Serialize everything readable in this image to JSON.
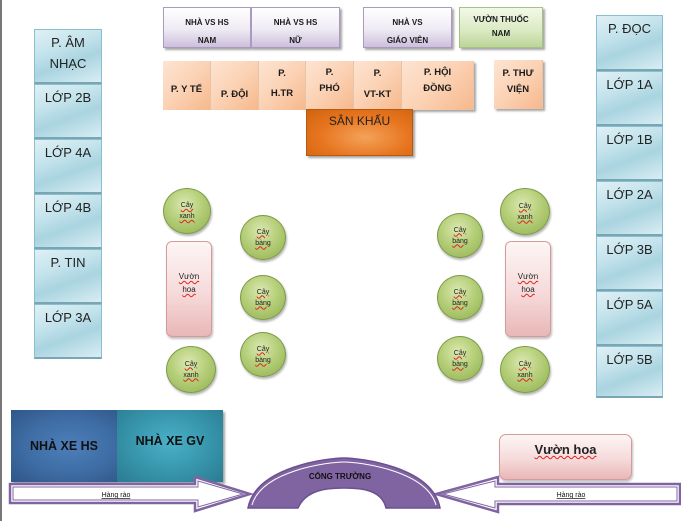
{
  "top_buildings": {
    "toilet_boys": {
      "line1": "NHÀ VS HS",
      "line2": "NAM"
    },
    "toilet_girls": {
      "line1": "NHÀ VS HS",
      "line2": "NỮ"
    },
    "toilet_teachers": {
      "line1": "NHÀ VS",
      "line2": "GIÁO VIÊN"
    },
    "herb_garden": {
      "line1": "VƯỜN THUỐC",
      "line2": "NAM"
    }
  },
  "offices": [
    {
      "line1": "",
      "line2": "P. Y TẾ"
    },
    {
      "line1": "",
      "line2": "P. ĐỘI"
    },
    {
      "line1": "P.",
      "line2": "H.TR"
    },
    {
      "line1": "P.",
      "line2": "PHÓ"
    },
    {
      "line1": "P.",
      "line2": "VT-KT"
    },
    {
      "line1": "P. HỘI",
      "line2": "ĐỒNG"
    }
  ],
  "library": {
    "line1": "P. THƯ",
    "line2": "VIỆN"
  },
  "stage": "SÂN KHẤU",
  "left_rooms": [
    {
      "line1": "P. ÂM",
      "line2": "NHẠC"
    },
    {
      "line1": "LỚP 2B",
      "line2": ""
    },
    {
      "line1": "LỚP 4A",
      "line2": ""
    },
    {
      "line1": "LỚP 4B",
      "line2": ""
    },
    {
      "line1": "P. TIN",
      "line2": ""
    },
    {
      "line1": "LỚP 3A",
      "line2": ""
    }
  ],
  "right_rooms": [
    "P. ĐỌC",
    "LỚP 1A",
    "LỚP 1B",
    "LỚP 2A",
    "LỚP 3B",
    "LỚP 5A",
    "LỚP 5B"
  ],
  "trees": {
    "green_tree": {
      "line1": "Cây",
      "line2": "xanh"
    },
    "almond_tree": {
      "line1": "Cây",
      "line2": "bàng"
    }
  },
  "flower_bed": {
    "line1": "Vườn",
    "line2": "hoa"
  },
  "flower_garden_bottom": "Vườn hoa",
  "bike_shed_students": "NHÀ XE HS",
  "bike_shed_teachers": "NHÀ XE GV",
  "gate": "CỔNG TRƯỜNG",
  "fence_left": "Hàng rào",
  "fence_right": "Hàng rào",
  "colors": {
    "purple_gate": "#8064a2",
    "orange_stage": "#e46c0a",
    "blue_room": "#b7dde8",
    "tree_green": "#9bbb59",
    "garage_hs": "#3b6aa0",
    "garage_gv": "#31859c"
  }
}
